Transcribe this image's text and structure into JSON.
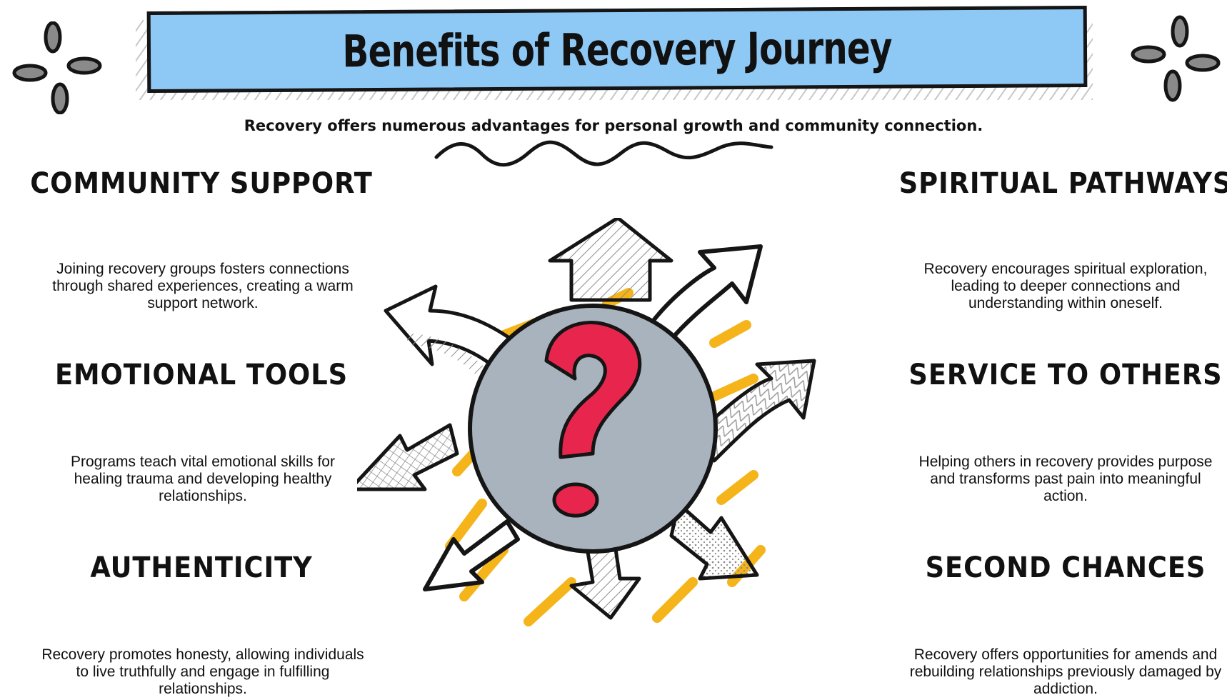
{
  "title": "Benefits of Recovery Journey",
  "subtitle": "Recovery offers numerous advantages for personal growth and community connection.",
  "colors": {
    "banner": "#8ec8f5",
    "circle": "#a9b3be",
    "question_mark": "#e8264d",
    "accent_strokes": "#f4b41a",
    "ink": "#151515",
    "sparkle": "#8a8a8a"
  },
  "center_icon": "question-mark-icon",
  "benefits": {
    "left": [
      {
        "heading": "Community Support",
        "description": "Joining recovery groups fosters connections through shared experiences, creating a warm support network."
      },
      {
        "heading": "Emotional Tools",
        "description": "Programs teach vital emotional skills for healing trauma and developing healthy relationships."
      },
      {
        "heading": "Authenticity",
        "description": "Recovery promotes honesty, allowing individuals to live truthfully and engage in fulfilling relationships."
      }
    ],
    "right": [
      {
        "heading": "Spiritual Pathways",
        "description": "Recovery encourages spiritual exploration, leading to deeper connections and understanding within oneself."
      },
      {
        "heading": "Service to Others",
        "description": "Helping others in recovery provides purpose and transforms past pain into meaningful action."
      },
      {
        "heading": "Second Chances",
        "description": "Recovery offers opportunities for amends and rebuilding relationships previously damaged by addiction."
      }
    ]
  }
}
